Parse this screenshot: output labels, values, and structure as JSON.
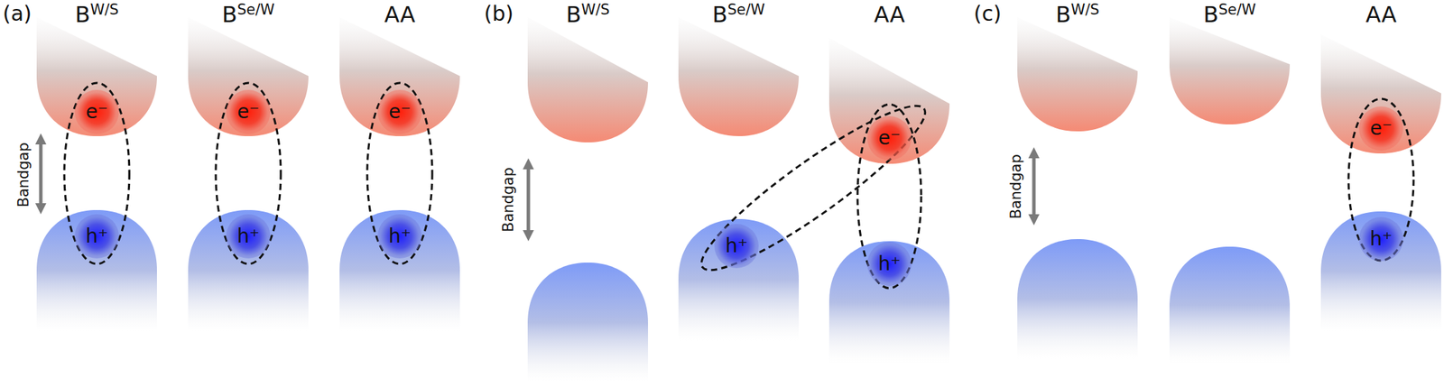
{
  "diagram": {
    "nodes": [
      {
        "text": [
          "e⁻"
        ]
      },
      {
        "text": [
          "h⁺"
        ]
      },
      {
        "text": [
          "e⁻"
        ]
      },
      {
        "text": [
          "h⁺"
        ]
      },
      {
        "text": [
          "e⁻"
        ]
      },
      {
        "text": [
          "h⁺"
        ]
      },
      {
        "text": [
          "e⁻"
        ]
      },
      {
        "text": [
          "h⁺"
        ]
      },
      {
        "text": [
          "h⁺"
        ]
      },
      {
        "text": [
          "e⁻"
        ]
      },
      {
        "text": [
          "h⁺"
        ]
      }
    ],
    "labels": [
      "(a)",
      "B",
      "W/S",
      "B",
      "Se/W",
      "AA",
      "Bandgap",
      "(b)",
      "B",
      "W/S",
      "B",
      "Se/W",
      "AA",
      "Bandgap",
      "(c)",
      "B",
      "W/S",
      "B",
      "Se/W",
      "AA",
      "Bandgap"
    ]
  }
}
